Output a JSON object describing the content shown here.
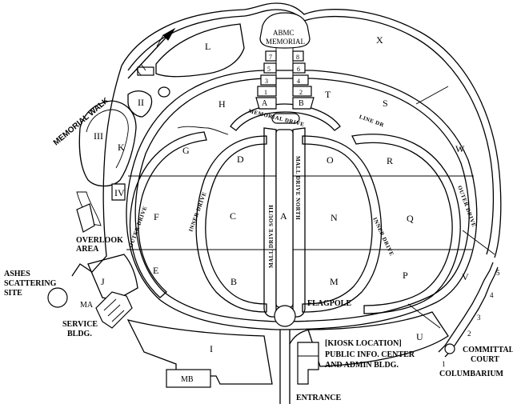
{
  "map": {
    "sections": [
      "L",
      "X",
      "H",
      "T",
      "S",
      "II",
      "III",
      "K",
      "G",
      "D",
      "O",
      "R",
      "W",
      "IV",
      "F",
      "C",
      "A",
      "N",
      "Q",
      "E",
      "B",
      "M",
      "P",
      "V",
      "J",
      "I",
      "U",
      "MB",
      "MA"
    ],
    "memorial": [
      "ABMC",
      "MEMORIAL"
    ],
    "grave_blocks": [
      "7",
      "8",
      "5",
      "6",
      "3",
      "4",
      "1",
      "2",
      "A",
      "B"
    ],
    "roads": {
      "memorial_drive": "MEMORIAL DRIVE",
      "line_dr": "LINE DR",
      "mall_drive_south": "MALL DRIVE SOUTH",
      "mall_drive_north": "MALL DRIVE NORTH",
      "outer_drive_west": "OUTER DRIVE",
      "inner_drive_west": "INNER DRIVE",
      "inner_drive_east": "INNER DRIVE",
      "outer_drive_east": "OUTER DRIVE"
    },
    "memorial_walk": "MEMORIAL WALK",
    "annotations": {
      "overlook": [
        "OVERLOOK",
        "AREA"
      ],
      "ashes": [
        "ASHES",
        "SCATTERING",
        "SITE"
      ],
      "service": [
        "SERVICE",
        "BLDG."
      ],
      "flagpole": "FLAGPOLE",
      "kiosk": "[KIOSK LOCATION]",
      "public_info": [
        "PUBLIC INFO. CENTER",
        "AND ADMIN BLDG."
      ],
      "entrance": "ENTRANCE",
      "committal": [
        "COMMITTAL",
        "COURT"
      ],
      "columbarium": "COLUMBARIUM"
    },
    "columbarium_numbers": [
      "1",
      "2",
      "3",
      "4",
      "5"
    ]
  }
}
